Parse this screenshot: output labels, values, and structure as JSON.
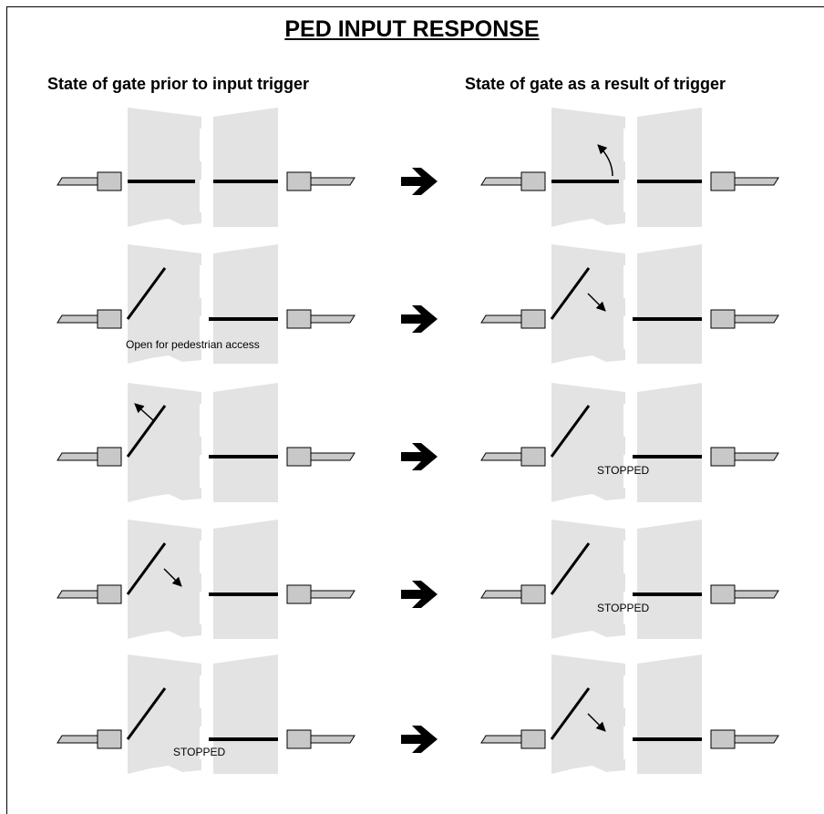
{
  "title": "PED INPUT RESPONSE",
  "column_headers": {
    "before": "State of gate prior to input trigger",
    "after": "State of gate as a result of trigger"
  },
  "colors": {
    "zone": "#e3e3e3",
    "post": "#c8c8c8",
    "gate": "#000000"
  },
  "rows": [
    {
      "before": {
        "leaf": "closed",
        "arrow": "none",
        "caption": ""
      },
      "after": {
        "leaf": "closed",
        "arrow": "opening-curved",
        "caption": ""
      }
    },
    {
      "before": {
        "leaf": "open",
        "arrow": "none",
        "caption": "Open for pedestrian access"
      },
      "after": {
        "leaf": "open",
        "arrow": "closing",
        "caption": ""
      }
    },
    {
      "before": {
        "leaf": "open",
        "arrow": "opening",
        "caption": ""
      },
      "after": {
        "leaf": "open",
        "arrow": "none",
        "caption": "STOPPED"
      }
    },
    {
      "before": {
        "leaf": "open",
        "arrow": "closing",
        "caption": ""
      },
      "after": {
        "leaf": "open",
        "arrow": "none",
        "caption": "STOPPED"
      }
    },
    {
      "before": {
        "leaf": "open",
        "arrow": "none",
        "caption": "STOPPED"
      },
      "after": {
        "leaf": "open",
        "arrow": "closing",
        "caption": ""
      }
    }
  ]
}
